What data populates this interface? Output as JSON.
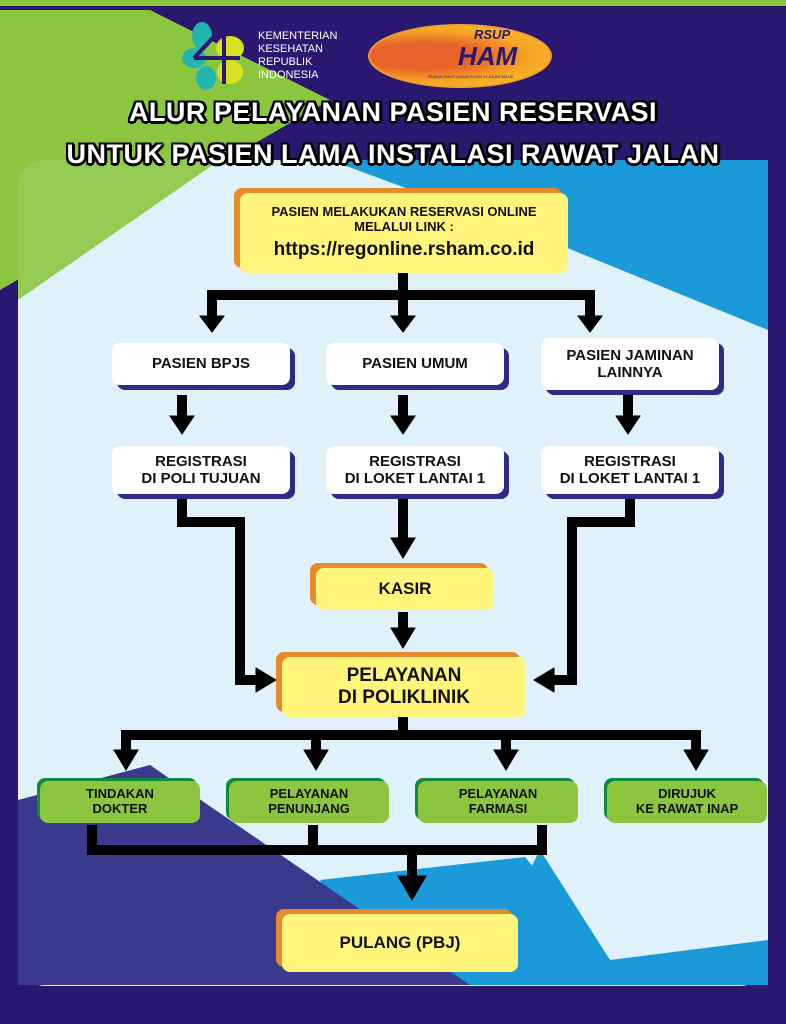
{
  "header": {
    "kemenkes_logo": {
      "lines": [
        "KEMENTERIAN",
        "KESEHATAN",
        "REPUBLIK",
        "INDONESIA"
      ]
    },
    "rsup_logo": {
      "top": "RSUP",
      "main": "HAM",
      "subtitle": "RUMAH SAKIT UMUM PUSAT H. ADAM MALIK"
    },
    "title_line1": "ALUR PELAYANAN PASIEN RESERVASI",
    "title_line2": "UNTUK PASIEN LAMA INSTALASI RAWAT JALAN"
  },
  "flow": {
    "start": {
      "line1": "PASIEN MELAKUKAN RESERVASI ONLINE",
      "line2": "MELALUI LINK :",
      "link": "https://regonline.rsham.co.id"
    },
    "patients": [
      "PASIEN BPJS",
      "PASIEN UMUM",
      "PASIEN JAMINAN LAINNYA"
    ],
    "registrations": [
      [
        "REGISTRASI",
        "DI POLI TUJUAN"
      ],
      [
        "REGISTRASI",
        "DI LOKET LANTAI 1"
      ],
      [
        "REGISTRASI",
        "DI LOKET LANTAI 1"
      ]
    ],
    "cashier": "KASIR",
    "clinic": [
      "PELAYANAN",
      "DI POLIKLINIK"
    ],
    "services": [
      [
        "TINDAKAN",
        "DOKTER"
      ],
      [
        "PELAYANAN",
        "PENUNJANG"
      ],
      [
        "PELAYANAN",
        "FARMASI"
      ],
      [
        "DIRUJUK",
        "KE RAWAT INAP"
      ]
    ],
    "end": "PULANG (PBJ)"
  },
  "colors": {
    "navy": "#2a1870",
    "panel": "#dff1fb",
    "yellow": "#fff57a",
    "orange": "#e8892a",
    "green": "#8cc63f"
  }
}
